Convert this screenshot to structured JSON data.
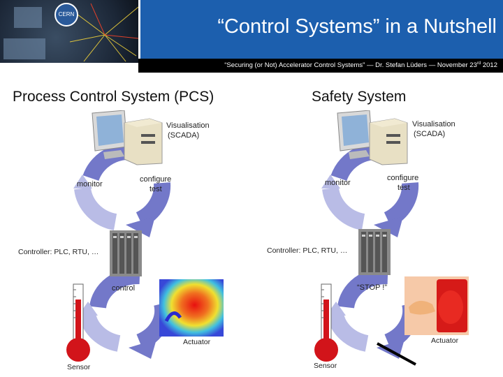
{
  "header": {
    "title": "“Control Systems” in a Nutshell",
    "subtitle_main": "“Securing (or Not) Accelerator Control Systems” — Dr. Stefan Lüders — November 23",
    "subtitle_sup": "rd",
    "subtitle_year": " 2012",
    "logo_text": "CERN"
  },
  "left": {
    "heading": "Process Control System (PCS)",
    "visualisation_line1": "Visualisation",
    "visualisation_line2": "(SCADA)",
    "monitor": "monitor",
    "configure_line1": "configure",
    "configure_line2": "test",
    "controller": "Controller: PLC, RTU, …",
    "control": "control",
    "actuator": "Actuator",
    "sensor": "Sensor"
  },
  "right": {
    "heading": "Safety System",
    "visualisation_line1": "Visualisation",
    "visualisation_line2": "(SCADA)",
    "monitor": "monitor",
    "configure_line1": "configure",
    "configure_line2": "test",
    "controller": "Controller: PLC, RTU, …",
    "stop": "“STOP !”",
    "actuator": "Actuator",
    "sensor": "Sensor"
  },
  "colors": {
    "title_bar": "#1c5fae",
    "arrow_purple": "#7378c9",
    "arrow_light": "#b9bce6",
    "thermometer_red": "#d2141a"
  }
}
